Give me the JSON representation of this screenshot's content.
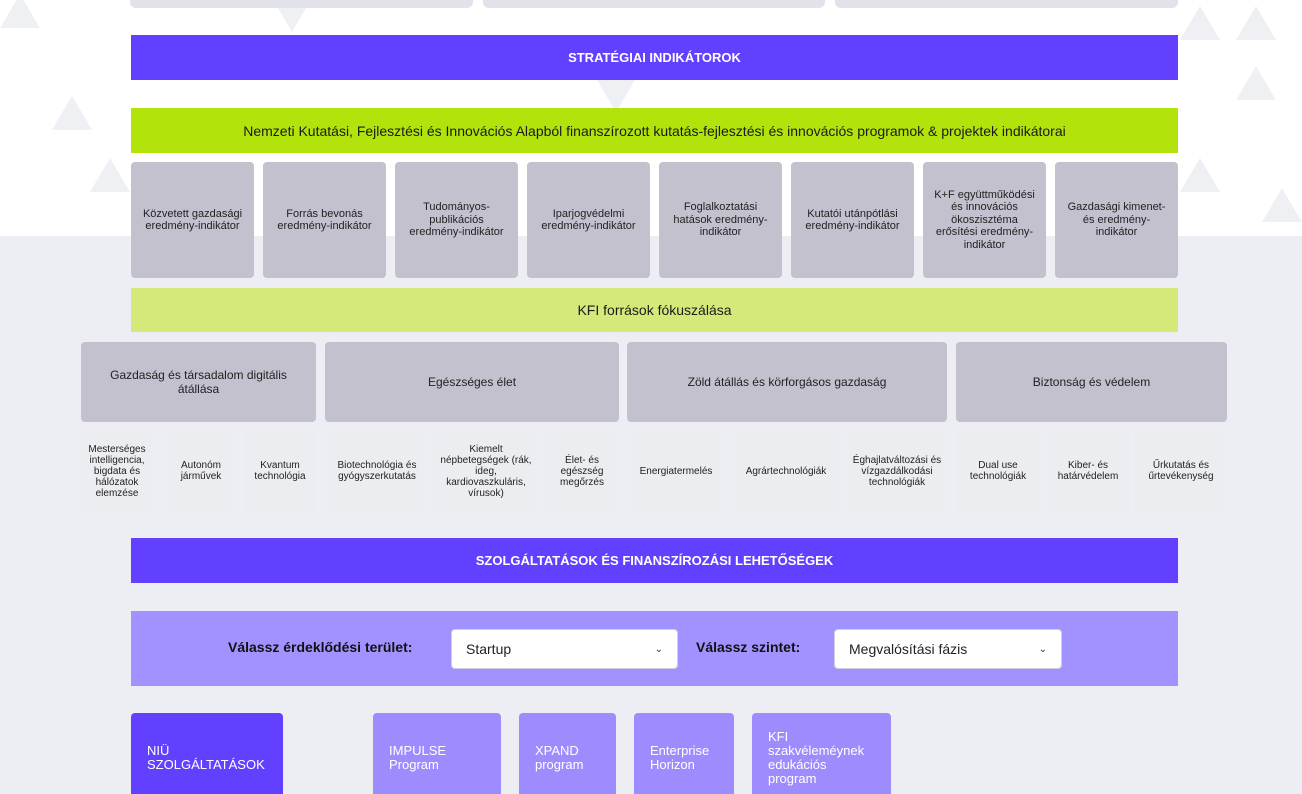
{
  "headers": {
    "strategic": "STRATÉGIAI INDIKÁTOROK",
    "services": "SZOLGÁLTATÁSOK ÉS FINANSZÍROZÁSI LEHETŐSÉGEK"
  },
  "fund_bar": "Nemzeti Kutatási, Fejlesztési és Innovációs Alapból finanszírozott kutatás-fejlesztési és innovációs programok & projektek indikátorai",
  "indicators": [
    "Közvetett gazdasági eredmény-indikátor",
    "Forrás bevonás eredmény-indikátor",
    "Tudományos-publikációs eredmény-indikátor",
    "Iparjogvédelmi eredmény-indikátor",
    "Foglalkoztatási hatások eredmény-indikátor",
    "Kutatói utánpótlási eredmény-indikátor",
    "K+F együttműködési és innovációs ökoszisztéma erősítési eredmény-indikátor",
    "Gazdasági kimenet- és eredmény-indikátor"
  ],
  "focus_bar": "KFI források fókuszálása",
  "focus_areas": [
    "Gazdaság és társadalom digitális átállása",
    "Egészséges élet",
    "Zöld átállás és körforgásos gazdaság",
    "Biztonság és védelem"
  ],
  "sub_areas": [
    "Mesterséges intelligencia, bigdata és hálózatok elemzése",
    "Autonóm járművek",
    "Kvantum technológia",
    "Biotechnológia és gyógyszerkutatás",
    "Kiemelt népbetegségek (rák, ideg, kardiovaszkuláris, vírusok)",
    "Élet- és egészség megőrzés",
    "Energiatermelés",
    "Agrártechnológiák",
    "Éghajlatváltozási és vízgazdálkodási technológiák",
    "Dual use technológiák",
    "Kiber- és határvédelem",
    "Űrkutatás és űrtevékenység"
  ],
  "filters": {
    "area_label": "Válassz érdeklődési terület:",
    "area_value": "Startup",
    "level_label": "Válassz szintet:",
    "level_value": "Megvalósítási fázis"
  },
  "tiles": [
    "NIÜ SZOLGÁLTATÁSOK",
    "IMPULSE Program",
    "XPAND program",
    "Enterprise Horizon",
    "KFI szakvéleméynek edukációs program"
  ],
  "colors": {
    "violet": "#6340ff",
    "green": "#b2e40b",
    "light_green": "#d3ea7a",
    "card_gray": "#c2c1cd",
    "filter_panel": "#a093ff"
  }
}
